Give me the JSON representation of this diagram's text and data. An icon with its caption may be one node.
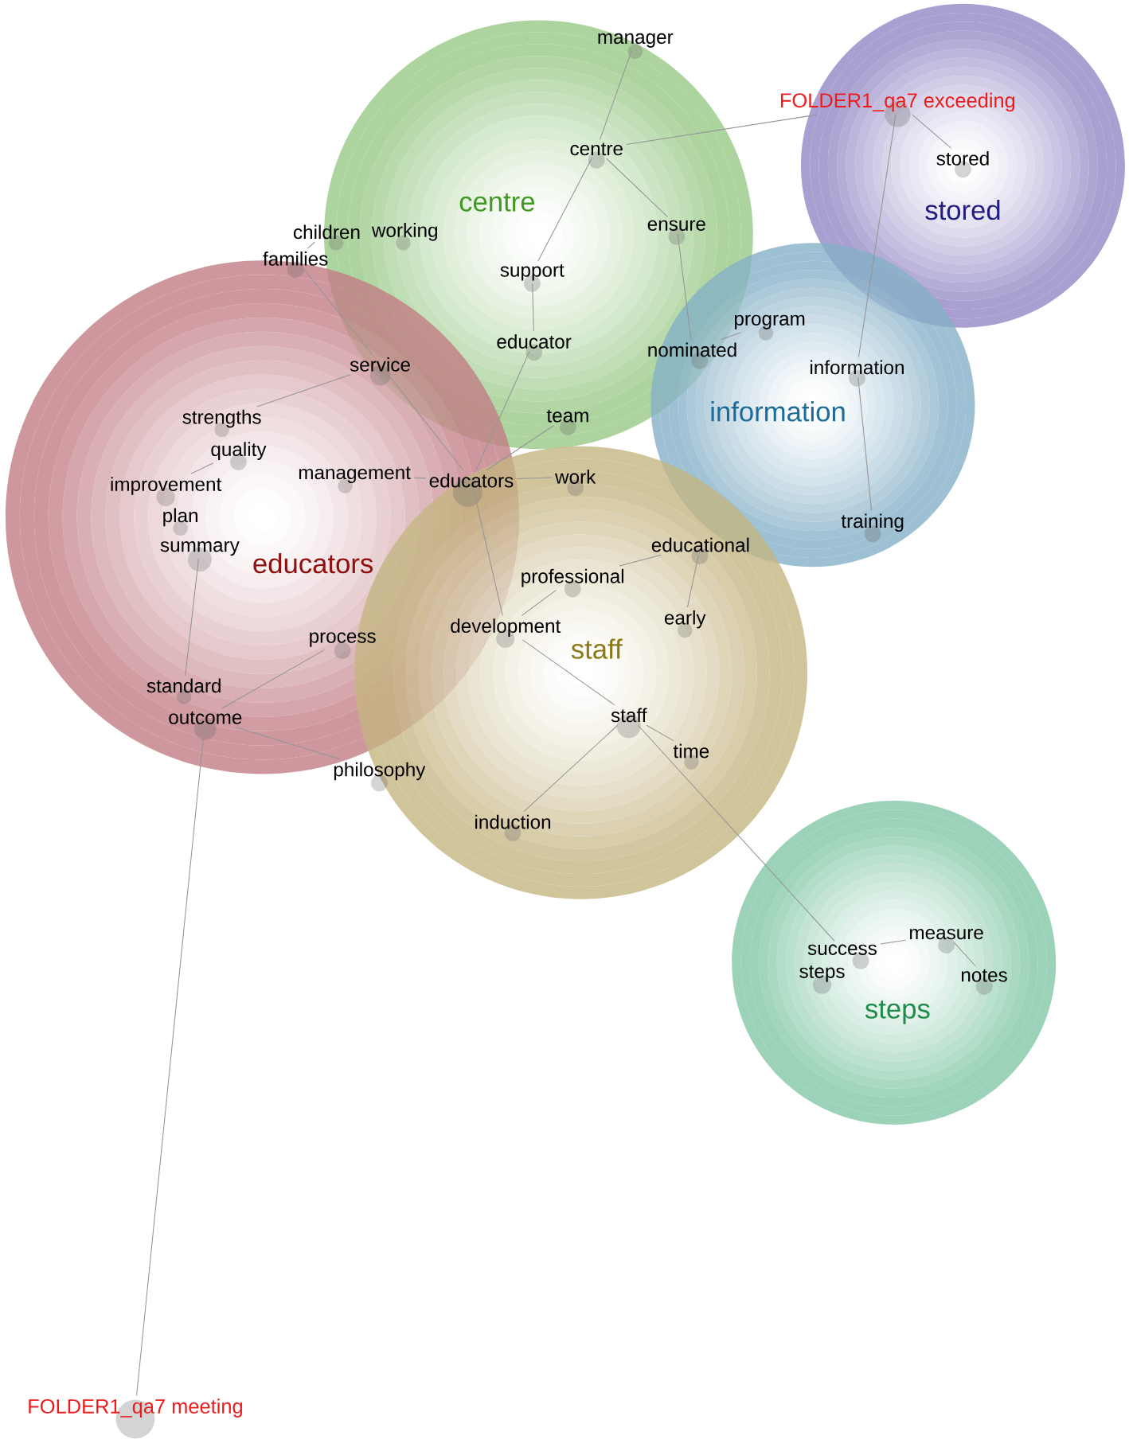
{
  "diagram": {
    "nodes": [
      {
        "text": [
          "centre"
        ]
      },
      {
        "text": [
          "stored"
        ]
      },
      {
        "text": [
          "information"
        ]
      },
      {
        "text": [
          "educators"
        ]
      },
      {
        "text": [
          "staff"
        ]
      },
      {
        "text": [
          "steps"
        ]
      },
      {
        "text": [
          "manager"
        ],
        "in": 0
      },
      {
        "text": [
          "FOLDER1_qa7 exceeding"
        ]
      },
      {
        "text": [
          "centre"
        ],
        "in": 0
      },
      {
        "text": [
          "stored"
        ],
        "in": 1
      },
      {
        "text": [
          "ensure"
        ],
        "in": 0
      },
      {
        "text": [
          "children"
        ],
        "in": 0
      },
      {
        "text": [
          "working"
        ],
        "in": 0
      },
      {
        "text": [
          "families"
        ],
        "in": 3
      },
      {
        "text": [
          "support"
        ],
        "in": 0
      },
      {
        "text": [
          "program"
        ],
        "in": 2
      },
      {
        "text": [
          "educator"
        ],
        "in": 0
      },
      {
        "text": [
          "nominated"
        ]
      },
      {
        "text": [
          "service"
        ]
      },
      {
        "text": [
          "information"
        ],
        "in": 2
      },
      {
        "text": [
          "team"
        ],
        "in": 0
      },
      {
        "text": [
          "strengths"
        ],
        "in": 3
      },
      {
        "text": [
          "quality"
        ],
        "in": 3
      },
      {
        "text": [
          "management"
        ],
        "in": 3
      },
      {
        "text": [
          "educators"
        ]
      },
      {
        "text": [
          "work"
        ],
        "in": 4
      },
      {
        "text": [
          "improvement"
        ],
        "in": 3
      },
      {
        "text": [
          "plan"
        ],
        "in": 3
      },
      {
        "text": [
          "summary"
        ],
        "in": 3
      },
      {
        "text": [
          "training"
        ],
        "in": 2
      },
      {
        "text": [
          "educational"
        ]
      },
      {
        "text": [
          "professional"
        ],
        "in": 4
      },
      {
        "text": [
          "early"
        ],
        "in": 4
      },
      {
        "text": [
          "development"
        ]
      },
      {
        "text": [
          "process"
        ],
        "in": 3
      },
      {
        "text": [
          "standard"
        ],
        "in": 3
      },
      {
        "text": [
          "outcome"
        ],
        "in": 3
      },
      {
        "text": [
          "staff"
        ],
        "in": 4
      },
      {
        "text": [
          "time"
        ],
        "in": 4
      },
      {
        "text": [
          "philosophy"
        ],
        "in": 4
      },
      {
        "text": [
          "induction"
        ],
        "in": 4
      },
      {
        "text": [
          "measure"
        ],
        "in": 5
      },
      {
        "text": [
          "success"
        ],
        "in": 5
      },
      {
        "text": [
          "steps"
        ],
        "in": 5
      },
      {
        "text": [
          "notes"
        ],
        "in": 5
      },
      {
        "text": [
          "FOLDER1_qa7 meeting"
        ]
      }
    ],
    "edges": [
      {
        "from": 6,
        "to": 8,
        "arrow": "none"
      },
      {
        "from": 8,
        "to": 7,
        "arrow": "none"
      },
      {
        "from": 8,
        "to": 10,
        "arrow": "none"
      },
      {
        "from": 8,
        "to": 14,
        "arrow": "none"
      },
      {
        "from": 7,
        "to": 9,
        "arrow": "none"
      },
      {
        "from": 7,
        "to": 19,
        "arrow": "none"
      },
      {
        "from": 10,
        "to": 17,
        "arrow": "none"
      },
      {
        "from": 17,
        "to": 15,
        "arrow": "none"
      },
      {
        "from": 11,
        "to": 13,
        "arrow": "none"
      },
      {
        "from": 13,
        "to": 18,
        "arrow": "none"
      },
      {
        "from": 14,
        "to": 16,
        "arrow": "none"
      },
      {
        "from": 16,
        "to": 24,
        "arrow": "none"
      },
      {
        "from": 18,
        "to": 24,
        "arrow": "none"
      },
      {
        "from": 18,
        "to": 21,
        "arrow": "none"
      },
      {
        "from": 22,
        "to": 26,
        "arrow": "none"
      },
      {
        "from": 20,
        "to": 24,
        "arrow": "none"
      },
      {
        "from": 23,
        "to": 24,
        "arrow": "none"
      },
      {
        "from": 24,
        "to": 25,
        "arrow": "none"
      },
      {
        "from": 24,
        "to": 33,
        "arrow": "none"
      },
      {
        "from": 19,
        "to": 29,
        "arrow": "none"
      },
      {
        "from": 30,
        "to": 31,
        "arrow": "none"
      },
      {
        "from": 30,
        "to": 32,
        "arrow": "none"
      },
      {
        "from": 31,
        "to": 33,
        "arrow": "none"
      },
      {
        "from": 33,
        "to": 37,
        "arrow": "none"
      },
      {
        "from": 28,
        "to": 35,
        "arrow": "none"
      },
      {
        "from": 36,
        "to": 34,
        "arrow": "none"
      },
      {
        "from": 36,
        "to": 39,
        "arrow": "none"
      },
      {
        "from": 36,
        "to": 45,
        "arrow": "none"
      },
      {
        "from": 37,
        "to": 38,
        "arrow": "none"
      },
      {
        "from": 37,
        "to": 40,
        "arrow": "none"
      },
      {
        "from": 37,
        "to": 42,
        "arrow": "none"
      },
      {
        "from": 42,
        "to": 41,
        "arrow": "none"
      },
      {
        "from": 41,
        "to": 44,
        "arrow": "none"
      }
    ]
  }
}
